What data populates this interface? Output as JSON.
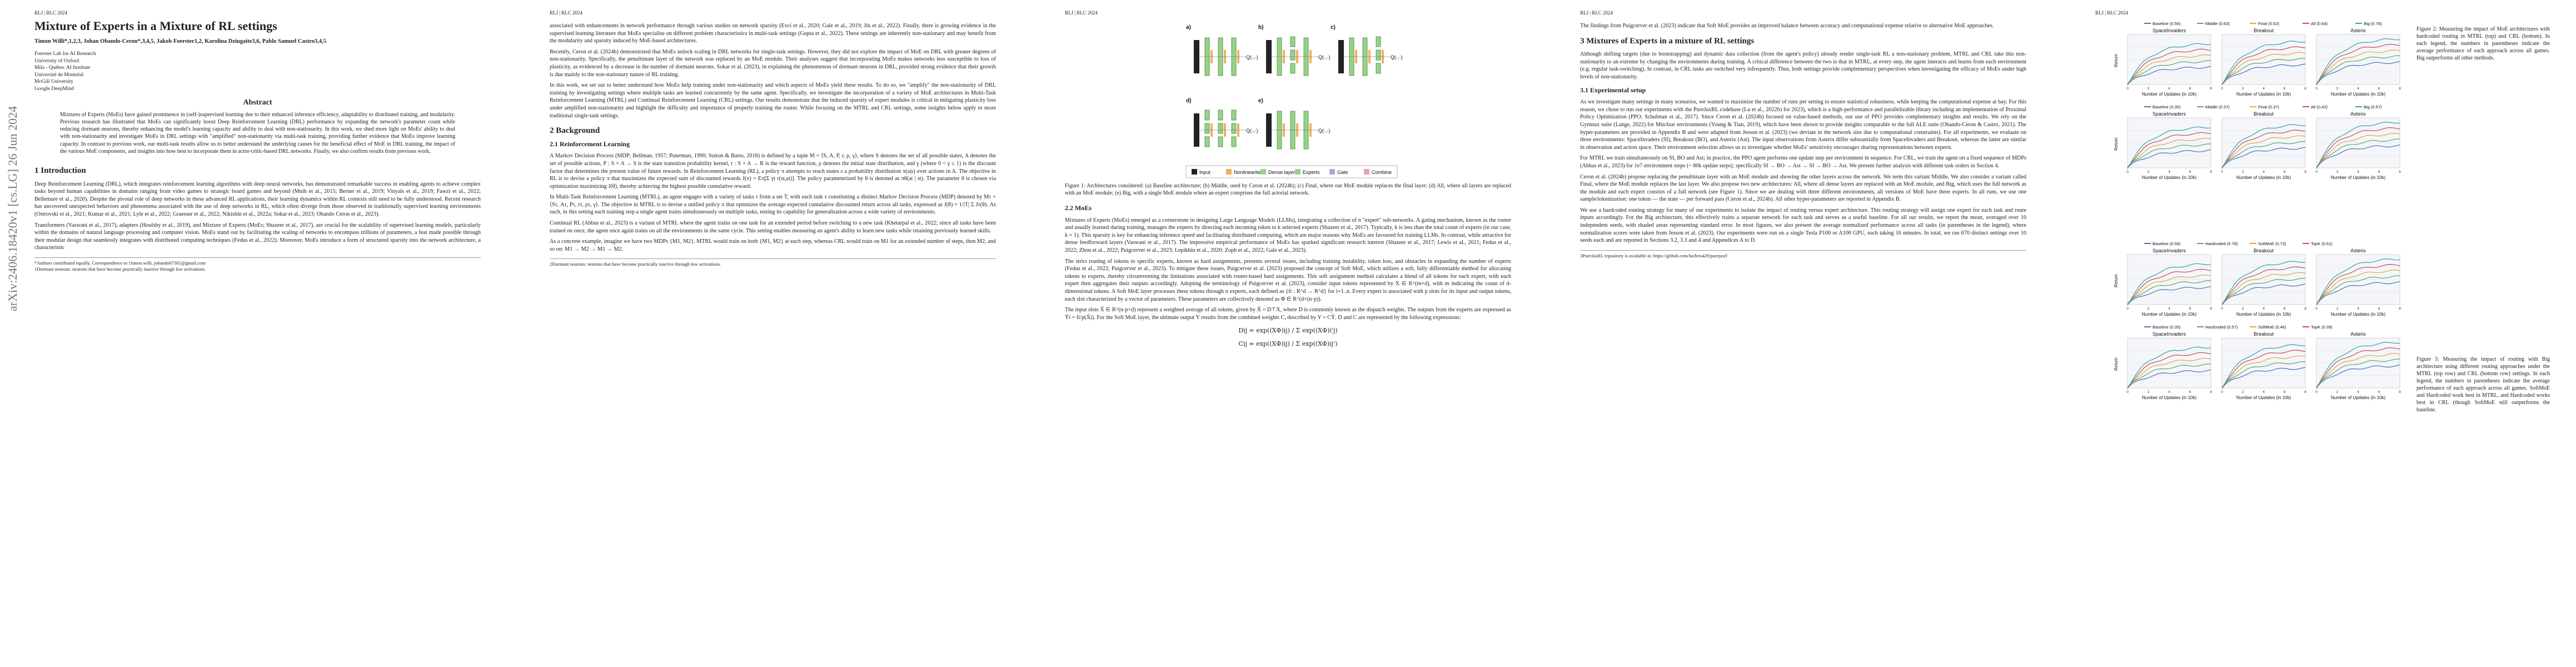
{
  "running_header": "RLJ | RLC 2024",
  "arxiv_stamp": "arXiv:2406.18420v1 [cs.LG] 26 Jun 2024",
  "page1": {
    "title": "Mixture of Experts in a Mixture of RL settings",
    "authors": "Timon Willi*,1,2,3, Johan Obando-Ceron*,3,4,5, Jakob Foerster1,2, Karolina Dziugaite3,6, Pablo Samuel Castro3,4,5",
    "affiliations": [
      "Foerster Lab for AI Research",
      "University of Oxford",
      "Mila - Québec AI Institute",
      "Université de Montréal",
      "McGill University",
      "Google DeepMind"
    ],
    "abstract_heading": "Abstract",
    "abstract": "Mixtures of Experts (MoEs) have gained prominence in (self-)supervised learning due to their enhanced inference efficiency, adaptability to distributed training, and modularity. Previous research has illustrated that MoEs can significantly boost Deep Reinforcement Learning (DRL) performance by expanding the network's parameter count while reducing dormant neurons, thereby enhancing the model's learning capacity and ability to deal with non-stationarity. In this work, we shed more light on MoEs' ability to deal with non-stationarity and investigate MoEs in DRL settings with \"amplified\" non-stationarity via multi-task training, providing further evidence that MoEs improve learning capacity. In contrast to previous work, our multi-task results allow us to better understand the underlying causes for the beneficial effect of MoE in DRL training, the impact of the various MoE components, and insights into how best to incorporate them in actor-critic-based DRL networks. Finally, we also confirm results from previous work.",
    "section1": "1   Introduction",
    "intro": "Deep Reinforcement Learning (DRL), which integrates reinforcement learning algorithms with deep neural networks, has demonstrated remarkable success in enabling agents to achieve complex tasks beyond human capabilities in domains ranging from video games to strategic board games and beyond (Mnih et al., 2015; Berner et al., 2019; Vinyals et al., 2019; Fawzi et al., 2022; Bellemare et al., 2020). Despite the pivotal role of deep networks in these advanced RL applications, their learning dynamics within RL contexts still need to be fully understood. Recent research has uncovered unexpected behaviors and phenomena associated with the use of deep networks in RL, which often diverge from those observed in traditionally supervised learning environments (Ostrovski et al., 2021; Kumar et al., 2021; Lyle et al., 2022; Graesser et al., 2022; Nikishin et al., 2022a; Sokar et al., 2023; Obando Ceron et al., 2023).",
    "intro2": "Transformers (Vaswani et al., 2017), adapters (Houlsby et al., 2019), and Mixture of Experts (MoEs; Shazeer et al., 2017), are crucial for the scalability of supervised learning models, particularly within the domains of natural language processing and computer vision. MoEs stand out by facilitating the scaling of networks to encompass trillions of parameters, a feat made possible through their modular design that seamlessly integrates with distributed computing techniques (Fedus et al., 2022). Moreover, MoEs introduce a form of structured sparsity into the network architecture, a characteristic",
    "footnote1": "*Authors contributed equally. Correspondence to {timon.willi, jobando0730}@gmail.com",
    "footnote2": "1Dormant neurons: neurons that have become practically inactive through low activations."
  },
  "page2": {
    "p1": "associated with enhancements in network performance through various studies on network sparsity (Evci et al., 2020; Gale et al., 2019; Jin et al., 2022). Finally, there is growing evidence in the supervised learning literature that MoEs specialise on different problem characteristics in multi-task settings (Gupta et al., 2022). These settings are inherently non-stationary and may benefit from the modularity and sparsity induced by MoE-based architectures.",
    "p2": "Recently, Ceron et al. (2024b) demonstrated that MoEs unlock scaling in DRL networks for single-task settings. However, they did not explore the impact of MoE on DRL with greater degrees of non-stationarity. Specifically, the penultimate layer of the network was replaced by an MoE module. Their analyses suggest that incorporating MoEs makes networks less susceptible to loss of plasticity, as evidenced by a decrease in the number of dormant neurons. Sokar et al. (2023), in explaining the phenomenon of dormant neurons in DRL, provided strong evidence that their growth is due mainly to the non-stationary nature of RL training.",
    "p3": "In this work, we set out to better understand how MoEs help training under non-stationarity and which aspects of MoEs yield these results. To do so, we \"amplify\" the non-stationarity of DRL training by investigating settings where multiple tasks are learned concurrently by the same agent. Specifically, we investigate the incorporation of a variety of MoE architectures in Multi-Task Reinforcement Learning (MTRL) and Continual Reinforcement Learning (CRL) settings. Our results demonstrate that the induced sparsity of expert modules is critical in mitigating plasticity loss under amplified non-stationarity and highlight the difficulty and importance of properly training the router. While focusing on the MTRL and CRL settings, some insights below apply to more traditional single-task settings.",
    "section2": "2   Background",
    "sub21": "2.1   Reinforcement Learning",
    "p4": "A Markov Decision Process (MDP; Bellman, 1957; Puterman, 1990; Sutton & Barto, 2018) is defined by a tuple M = ⟨S, A, P, r, ρ, γ⟩, where S denotes the set of all possible states, A denotes the set of possible actions, P : S × A → S is the state transition probability kernel, r : S × A → R is the reward function, ρ denotes the initial state distribution, and γ (where 0 < γ ≤ 1) is the discount factor that determines the present value of future rewards. In Reinforcement Learning (RL), a policy π attempts to reach states s a probability distribution π(a|s) over actions in A. The objective in RL is to devise a policy π that maximizes the expected sum of discounted rewards J(π) = Eπ[Σ γt r(st,at)]. The policy parameterized by θ is denoted as πθ(at | st). The parameter θ is chosen via optimization maximizing J(θ), thereby achieving the highest possible cumulative reward.",
    "p5": "In Multi-Task Reinforcement Learning (MTRL), an agent engages with a variety of tasks τ from a set T, with each task τ constituting a distinct Markov Decision Process (MDP) denoted by Mτ = ⟨Sτ, Aτ, Pτ, rτ, ρτ, γ⟩. The objective in MTRL is to devise a unified policy π that optimizes the average expected cumulative discounted return across all tasks, expressed as J(θ) = 1/|T| Σ Jτ(θ). As such, in this setting each training step a single agent trains simultaneously on multiple tasks, testing its capability for generalization across a wide variety of environments.",
    "p6": "Continual RL (Abbas et al., 2023) is a variant of MTRL where the agent trains on one task for an extended period before switching to a new task (Khetarpal et al., 2022; since all tasks have been trained on once, the agent once again trains on all the environments in the same cycle. This setting enables measuring an agent's ability to learn new tasks while retaining previously learned skills.",
    "p7": "As a concrete example, imagine we have two MDPs {M1, M2}. MTRL would train on both {M1, M2} at each step, whereas CRL would train on M1 for an extended number of steps, then M2, and so on: M1 → M2 → M1 → M2.",
    "footnote": "2Dormant neurons: neurons that have become practically inactive through low activations."
  },
  "page3": {
    "fig1_panels": [
      "a)",
      "b)",
      "c)",
      "d)",
      "e)"
    ],
    "legend": [
      "Input",
      "Nonlinearities",
      "Dense layer",
      "Experts",
      "Gate",
      "Combine"
    ],
    "q_label": "Q(·,·)",
    "fig1_caption": "Figure 1: Architectures considered: (a) Baseline architecture; (b) Middle, used by Ceron et al. (2024b); (c) Final, where our MoE module replaces the final layer; (d) All, where all layers are replaced with an MoE module; (e) Big, with a single MoE module where an expert comprises the full actorial network.",
    "sub22": "2.2   MoEs",
    "p1": "Mixtures of Experts (MoEs) emerged as a cornerstone in designing Large Language Models (LLMs), integrating a collection of n \"expert\" sub-networks. A gating mechanism, known as the router and usually learned during training, manages the experts by directing each incoming token to k selected experts (Shazeer et al., 2017). Typically, k is less than the total count of experts (in our case, k = 1). This sparsity is key for enhancing inference speed and facilitating distributed computing, which are major reasons why MoEs are favoured for training LLMs. In contrast, while attractive for dense feedforward layers (Vaswani et al., 2017). The impressive empirical performance of MoEs has sparked significant research interest (Shazeer et al., 2017; Lewis et al., 2021; Fedus et al., 2022; Zhou et al., 2022; Puigcerver et al., 2023; Lepikhin et al., 2020; Zoph et al., 2022; Gale et al., 2023).",
    "p2": "The strict routing of tokens to specific experts, known as hard assignments, presents several issues, including training instability, token loss, and obstacles in expanding the number of experts (Fedus et al., 2022; Puigcerver et al., 2023). To mitigate these issues, Puigcerver et al. (2023) proposed the concept of Soft MoE, which utilizes a soft, fully differentiable method for allocating tokens to experts, thereby circumventing the limitations associated with router-based hard assignments. This soft assignment method calculates a blend of all tokens for each expert, with each expert then aggregates their outputs accordingly. Adopting the terminology of Puigcerver et al. (2023), consider input tokens represented by X ∈ R^(m×d), with m indicating the count of d-dimensional tokens. A Soft MoE layer processes these tokens through n experts, each defined as {fi : R^d → R^d} for i=1..n. Every expert is associated with p slots for its input and output tokens, each slot characterized by a vector of parameters. These parameters are collectively denoted as Φ ∈ R^(d×(n·p)).",
    "p3": "The input slots X̃ ∈ R^(n·p×d) represent a weighted average of all tokens, given by X̃ = D⊤X, where D is commonly known as the dispatch weights. The outputs from the experts are expressed as Ỹi = fi/p(X̃i). For the Soft MoE layer, the ultimate output Y results from the combined weights C, described by Y = CỸ. D and C are represented by the following expressions:",
    "eq1": "Dij = exp((XΦ)ij) / Σ exp((XΦ)i'j)",
    "eq2": "Cij = exp((XΦ)ij) / Σ exp((XΦ)ij')"
  },
  "page4": {
    "p1": "The findings from Puigcerver et al. (2023) indicate that Soft MoE provides an improved balance between accuracy and computational expense relative to alternative MoE approaches.",
    "section3": "3   Mixtures of Experts in a mixture of RL settings",
    "p2": "Although shifting targets (due to bootstrapping) and dynamic data collection (from the agent's policy) already render single-task RL a non-stationary problem, MTRL and CRL take this non-stationarity to an extreme by changing the environments during training. A critical difference between the two is that in MTRL, at every step, the agent interacts and learns from each environment (e.g. regular task-switching). In contrast, in CRL tasks are switched very infrequently. Thus, both settings provide complementary perspectives when investigating the efficacy of MoEs under high levels of non-stationarity.",
    "sub31": "3.1   Experimental setup",
    "p3": "As we investigate many settings in many scenarios, we wanted to maximize the number of runs per setting to ensure statistical robustness, while keeping the computational expense at bay. For this reason, we chose to run our experiments with the PureJaxRL codebase (Lu et al., 2022b) for 2023), which is a high-performance and parallelizable library including an implementation of Proximal Policy Optimization (PPO; Schulman et al., 2017). Since Ceron et al. (2024b) focused on value-based methods, our use of PPO provides complementary insights and results. We rely on the Gymnax suite (Lange, 2022) for MinAtar environments (Young & Tian, 2019), which have been shown to provide insights comparable to the full ALE suite (Obando-Ceron & Castro, 2021). The hyper-parameters are provided in Appendix B and were adapted from Jesson et al. (2023) (we deviate in the network size due to computational constraints). For all experiments, we evaluate on three environments: SpaceInvaders (SI), Breakout (BO), and Asterix (Ast). The input observations from Asterix differ substantially from SpaceInvaders and Breakout, whereas the latter are similar in observation and action space. Their environment selection allows us to investigate whether MoEs' sensitivity encourages sharing representations between experts.",
    "p4": "For MTRL we train simultaneously on SI, BO and Ast; in practice, the PPO agent performs one update step per environment in sequence. For CRL, we train the agent on a fixed sequence of MDPs (Abbas et al., 2023) for 1e7 environment steps (~ 80k update steps); specifically SI → BO → Ast → SI → BO → Ast. We present further analysis with different task orders in Section 4.",
    "p5": "Ceron et al. (2024b) propose replacing the penultimate layer with an MoE module and showing the other layers across the network. We term this variant Middle. We also consider a variant called Final, where the MoE module replaces the last layer. We also propose two new architectures: All, where all dense layers are replaced with an MoE module, and Big, which uses the full network as the module and each expert consists of a full network (see Figure 1). Since we are dealing with three different environments, all versions of MoE have three experts. In all runs, we use one sample/tokenization: one token — the state — per forward pass (Ceron et al., 2024b). All other hyper-parameters are reported in Appendix B.",
    "p6": "We use a hardcoded routing strategy for many of our experiments to isolate the impact of routing versus expert architecture. This routing strategy will assign one expert for each task and route inputs accordingly. For the Big architecture, this effectively trains a separate network for each task and serves as a useful baseline. For all our results, we report the mean, averaged over 10 independent seeds, with shaded areas representing standard error. In most figures, we also present the average normalized performance across all tasks (in parentheses in the legend), where normalization scores were taken from Jesson et al. (2023). Our experiments were run on a single Tesla P100 or A100 GPU, each taking 16 minutes. In total, we ran 670 distinct settings over 10 seeds each and are reported in Sections 3.2, 3.3 and 4 and Appendices A to D.",
    "footnote": "3PureJaxRL repository is available at: https://github.com/luchris429/purejaxrl"
  },
  "page5": {
    "fig2_caption": "Figure 2: Measuring the impact of MoE architectures with hardcoded routing in MTRL (top) and CRL (bottom). In each legend, the numbers in parentheses indicate the average performance of each approach across all games. Big outperforms all other methods.",
    "fig3_caption": "Figure 3: Measuring the impact of routing with Big architecture using different routing approaches under the MTRL (top row) and CRL (bottom row) settings. In each legend, the numbers in parentheses indicate the average performance of each approach across all games. SoftMoE and Hardcoded work best in MTRL, and Hardcoded works best in CRL (though SoftMoE still outperforms the baseline.",
    "xlabel": "Number of Updates (in 10k)",
    "ylabel": "Return",
    "game_titles": [
      "SpaceInvaders",
      "Breakout",
      "Asterix"
    ],
    "legend_arch": [
      "Baseline (0.56)",
      "Middle (0.63)",
      "Final (0.62)",
      "All (0.64)",
      "Big (0.78)"
    ],
    "legend_arch_crl": [
      "Baseline (0.35)",
      "Middle (0.37)",
      "Final (0.37)",
      "All (0.42)",
      "Big (0.57)"
    ],
    "legend_route": [
      "Baseline (0.56)",
      "Hardcoded (0.78)",
      "SoftMoE (0.73)",
      "TopK (0.61)"
    ],
    "legend_route_crl": [
      "Baseline (0.35)",
      "Hardcoded (0.57)",
      "SoftMoE (0.46)",
      "TopK (0.39)"
    ],
    "tick_x": [
      "0",
      "2",
      "4",
      "6",
      "8"
    ],
    "colors": {
      "baseline": "#4c72b0",
      "middle": "#55a868",
      "final": "#e8a33d",
      "all": "#c44e52",
      "big": "#2ca7a0"
    }
  }
}
